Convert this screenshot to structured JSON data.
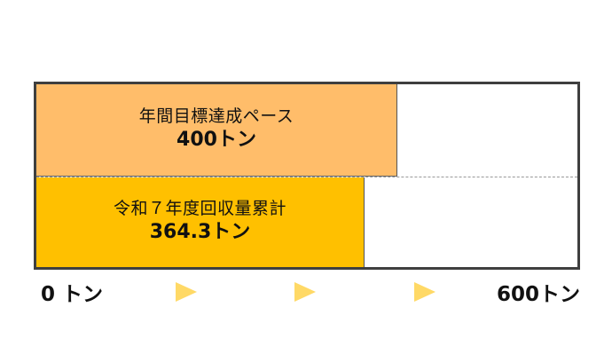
{
  "chart_data": {
    "type": "bar",
    "orientation": "horizontal",
    "title": "",
    "categories": [
      "年間目標達成ペース",
      "令和７年度回収量累計"
    ],
    "values": [
      400,
      364.3
    ],
    "unit": "トン",
    "value_labels": [
      "400トン",
      "364.3トン"
    ],
    "colors": [
      "#ffbd6a",
      "#ffc000"
    ],
    "xlim": [
      0,
      600
    ],
    "xlabel_min": "0 トン",
    "xlabel_max": "600トン",
    "grid": false,
    "legend": "none"
  },
  "bars": [
    {
      "label": "年間目標達成ペース",
      "value_text": "400トン",
      "value": 400,
      "color": "#ffbd6a"
    },
    {
      "label": "令和７年度回収量累計",
      "value_text": "364.3トン",
      "value": 364.3,
      "color": "#ffc000"
    }
  ],
  "axis": {
    "min_label": "0 トン",
    "max_label": "600トン",
    "max_value": 600,
    "arrow_color": "#ffd966",
    "arrow_count": 3
  }
}
